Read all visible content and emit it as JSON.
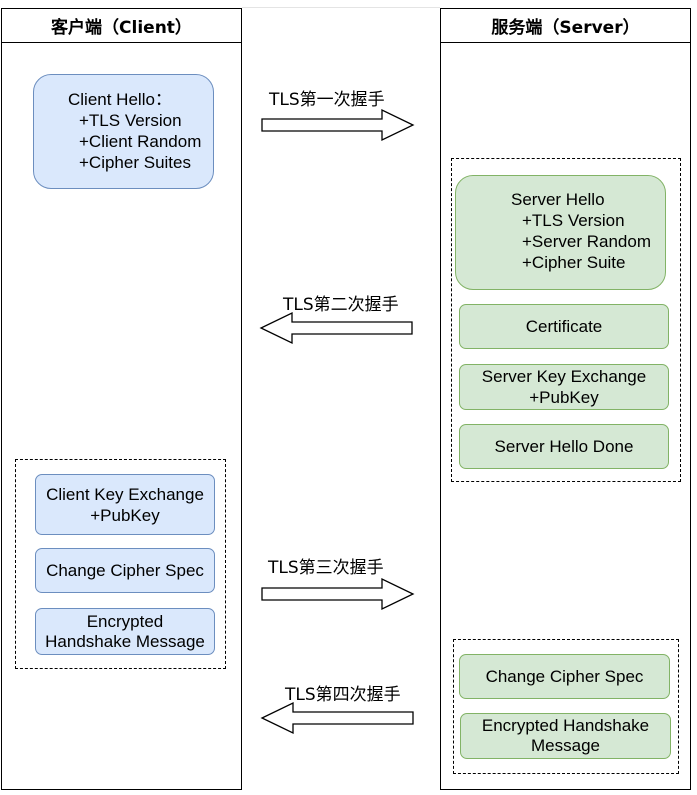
{
  "lanes": {
    "client_title": "客户端（Client）",
    "server_title": "服务端（Server）"
  },
  "client": {
    "hello": {
      "title": "Client Hello：",
      "lines": [
        "+TLS Version",
        "+Client Random",
        "+Cipher Suites"
      ]
    },
    "key_exchange": [
      "Client Key Exchange",
      "+PubKey"
    ],
    "change_cipher_spec": "Change Cipher Spec",
    "encrypted": [
      "Encrypted",
      "Handshake Message"
    ]
  },
  "server": {
    "hello": {
      "title": "Server Hello",
      "lines": [
        "+TLS Version",
        "+Server Random",
        "+Cipher Suite"
      ]
    },
    "certificate": "Certificate",
    "key_exchange": [
      "Server Key Exchange",
      "+PubKey"
    ],
    "hello_done": "Server Hello Done",
    "change_cipher_spec": "Change Cipher Spec",
    "encrypted": [
      "Encrypted Handshake",
      "Message"
    ]
  },
  "handshakes": [
    {
      "label": "TLS第一次握手",
      "direction": "to-server"
    },
    {
      "label": "TLS第二次握手",
      "direction": "to-client"
    },
    {
      "label": "TLS第三次握手",
      "direction": "to-server"
    },
    {
      "label": "TLS第四次握手",
      "direction": "to-client"
    }
  ],
  "colors": {
    "client_fill": "#dae8fc",
    "client_stroke": "#6c8ebf",
    "server_fill": "#d5e8d4",
    "server_stroke": "#82b366"
  }
}
